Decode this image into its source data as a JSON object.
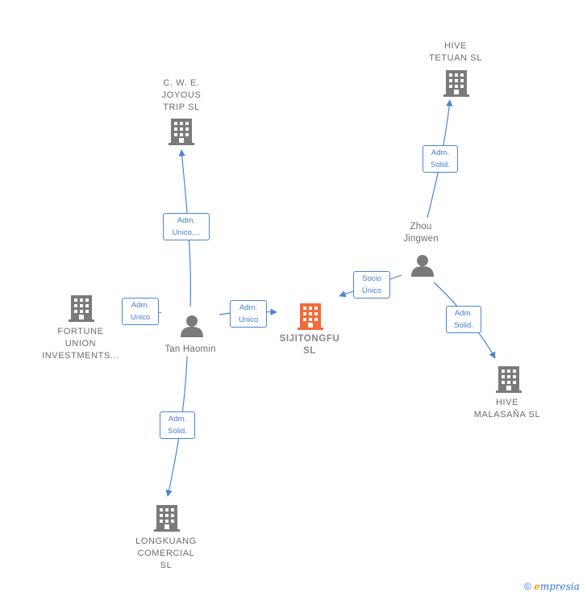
{
  "nodes": {
    "cwe": {
      "label": "C.  W. E.\nJOYOUS\nTRIP  SL",
      "type": "company"
    },
    "hive_tetuan": {
      "label": "HIVE\nTETUAN  SL",
      "type": "company"
    },
    "fortune": {
      "label": "FORTUNE\nUNION\nINVESTMENTS...",
      "type": "company"
    },
    "sijitongfu": {
      "label": "SIJITONGFU\nSL",
      "type": "company-main"
    },
    "hive_malasana": {
      "label": "HIVE\nMALASAÑA  SL",
      "type": "company"
    },
    "longkuang": {
      "label": "LONGKUANG\nCOMERCIAL\nSL",
      "type": "company"
    },
    "tan_haomin": {
      "label": "Tan Haomin",
      "type": "person"
    },
    "zhou_jingwen": {
      "label": "Zhou\nJingwen",
      "type": "person"
    }
  },
  "edges": {
    "tan_cwe": {
      "label": "Adm.\nUnico,..."
    },
    "tan_fortune": {
      "label": "Adm.\nUnico"
    },
    "tan_sijitongfu": {
      "label": "Adm.\nUnico"
    },
    "tan_longkuang": {
      "label": "Adm.\nSolid."
    },
    "zhou_tetuan": {
      "label": "Adm.\nSolid."
    },
    "zhou_sijitongfu": {
      "label": "Socio\nÚnico"
    },
    "zhou_malasana": {
      "label": "Adm.\nSolid."
    }
  },
  "colors": {
    "company": "#7a7a7a",
    "company_main": "#f26b3a",
    "person": "#7a7a7a",
    "edge": "#4a86d4"
  },
  "footer": {
    "copyright": "©",
    "brand_first": "e",
    "brand_rest": "mpresia"
  }
}
